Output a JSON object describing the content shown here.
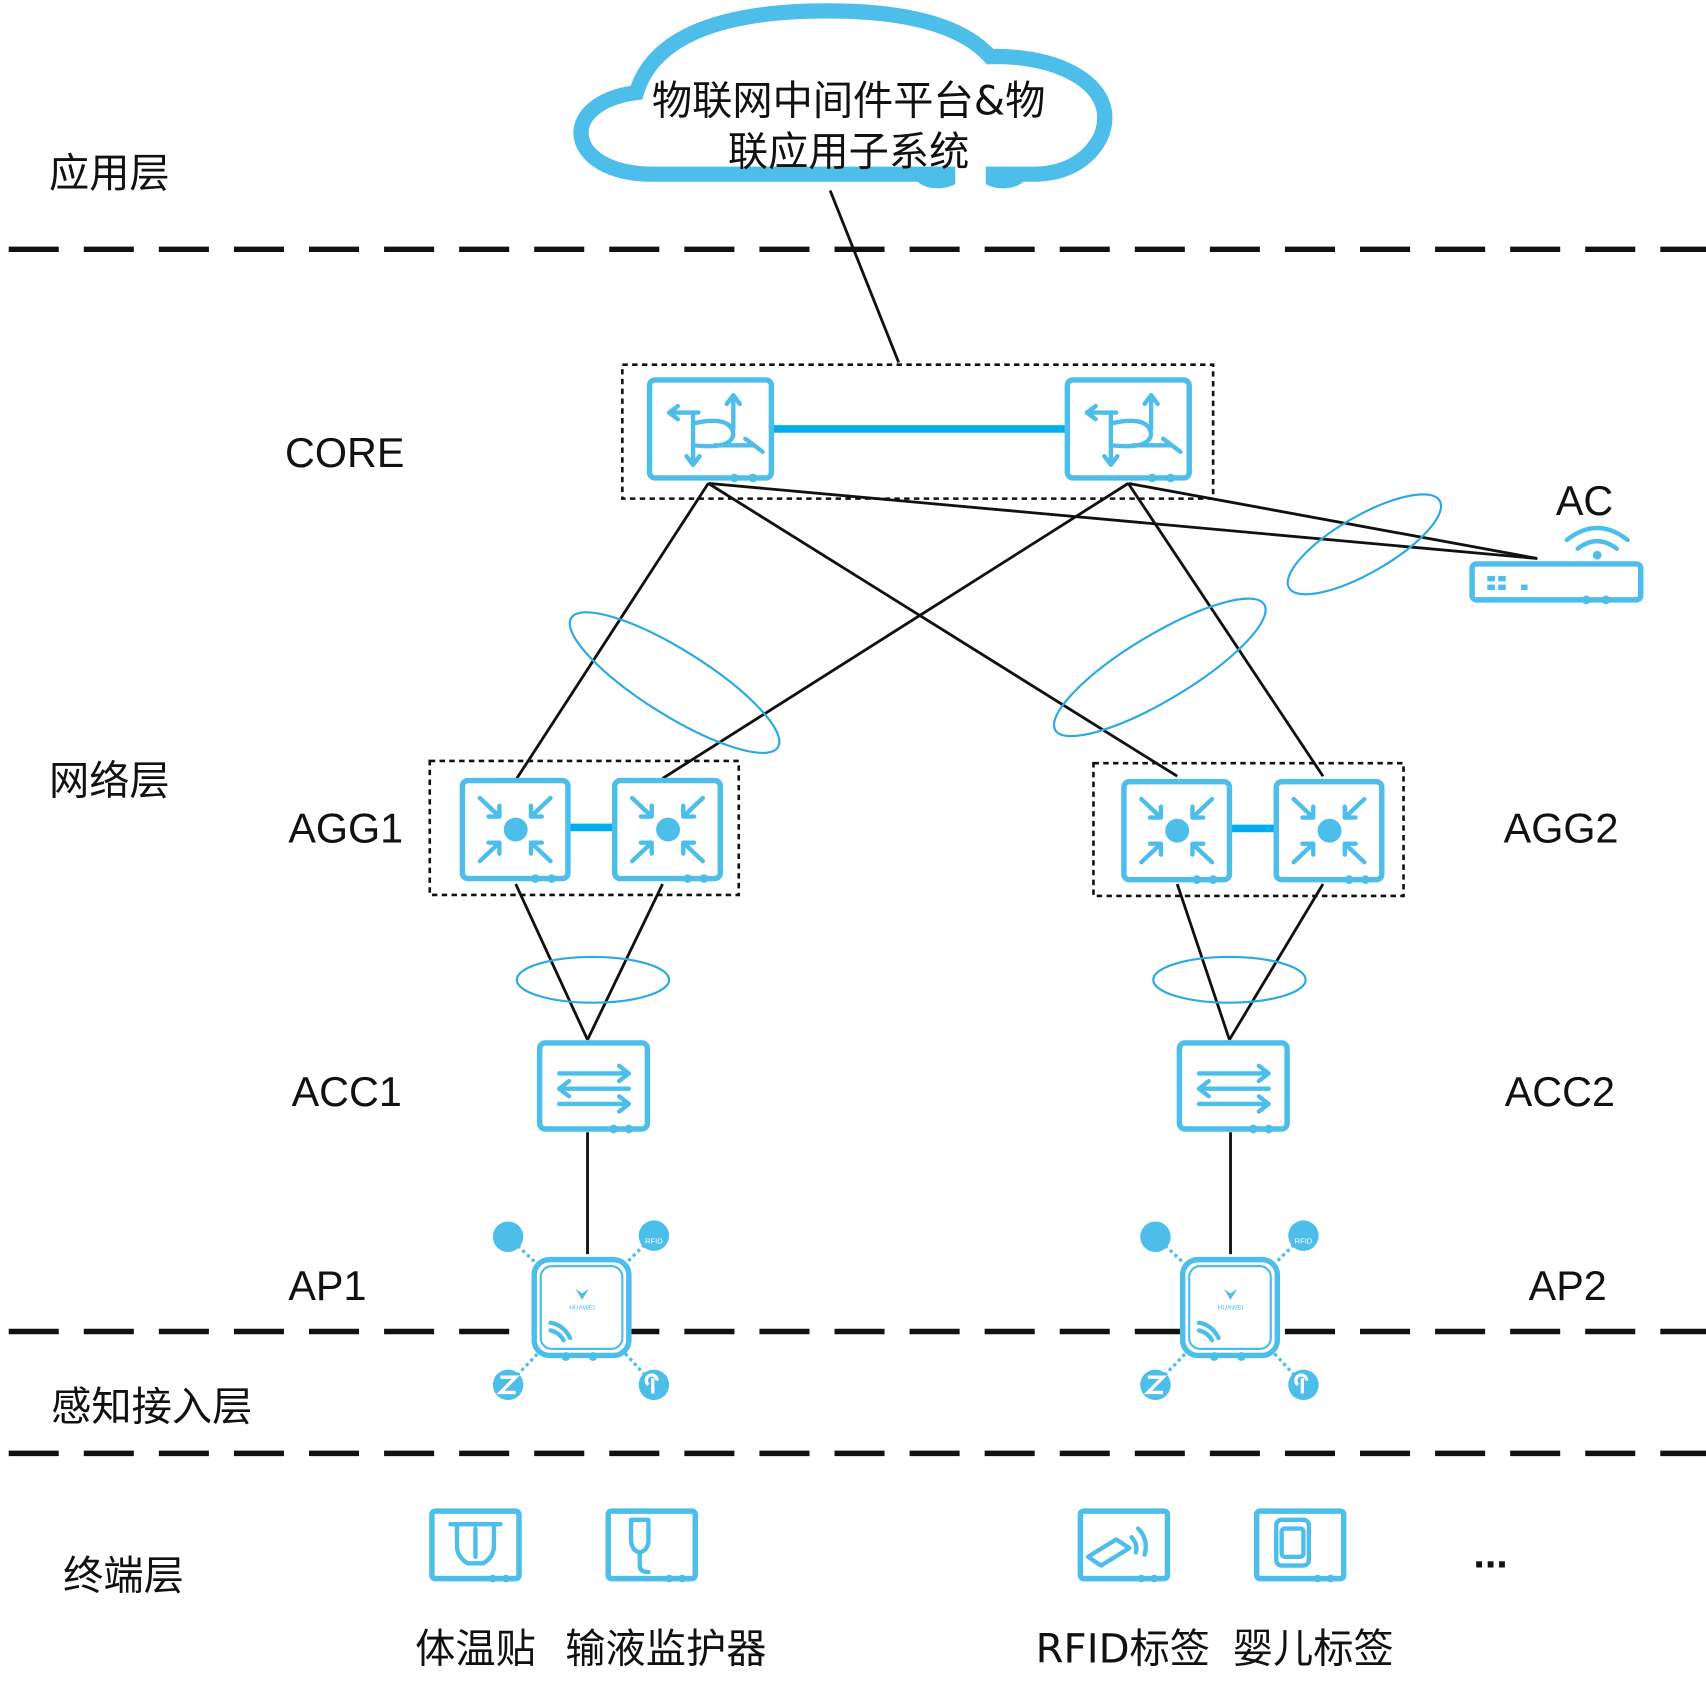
{
  "cloud": {
    "line1": "物联网中间件平台&物",
    "line2": "联应用子系统"
  },
  "layers": {
    "application": "应用层",
    "network": "网络层",
    "perception": "感知接入层",
    "terminal": "终端层"
  },
  "devices": {
    "core": "CORE",
    "ac": "AC",
    "agg1": "AGG1",
    "agg2": "AGG2",
    "acc1": "ACC1",
    "acc2": "ACC2",
    "ap1": "AP1",
    "ap2": "AP2",
    "ap_brand": "HUAWEI",
    "rfid_badge": "RFID"
  },
  "terminals": [
    {
      "label": "体温贴",
      "icon": "thermometer-patch-icon"
    },
    {
      "label": "输液监护器",
      "icon": "infusion-monitor-icon"
    },
    {
      "label": "RFID标签",
      "icon": "rfid-tag-icon"
    },
    {
      "label": "婴儿标签",
      "icon": "baby-tag-icon"
    }
  ],
  "more": "...",
  "colors": {
    "device": "#4dbde9",
    "link": "#00aeef",
    "wire": "#111111"
  }
}
